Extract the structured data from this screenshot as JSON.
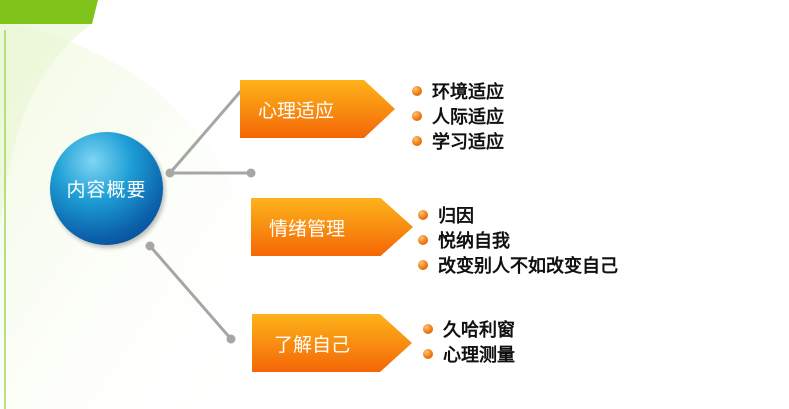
{
  "hub": {
    "label": "内容概要"
  },
  "branches": [
    {
      "label": "心理适应",
      "items": [
        "环境适应",
        "人际适应",
        "学习适应"
      ]
    },
    {
      "label": "情绪管理",
      "items": [
        "归因",
        "悦纳自我",
        "改变别人不如改变自己"
      ]
    },
    {
      "label": "了解自己",
      "items": [
        "久哈利窗",
        "心理测量"
      ]
    }
  ],
  "colors": {
    "hub": "#0b5da8",
    "branch": "#f88a10",
    "bullet": "#f07b12",
    "connector": "#a6a6a6",
    "accent_green": "#7ec21a"
  }
}
